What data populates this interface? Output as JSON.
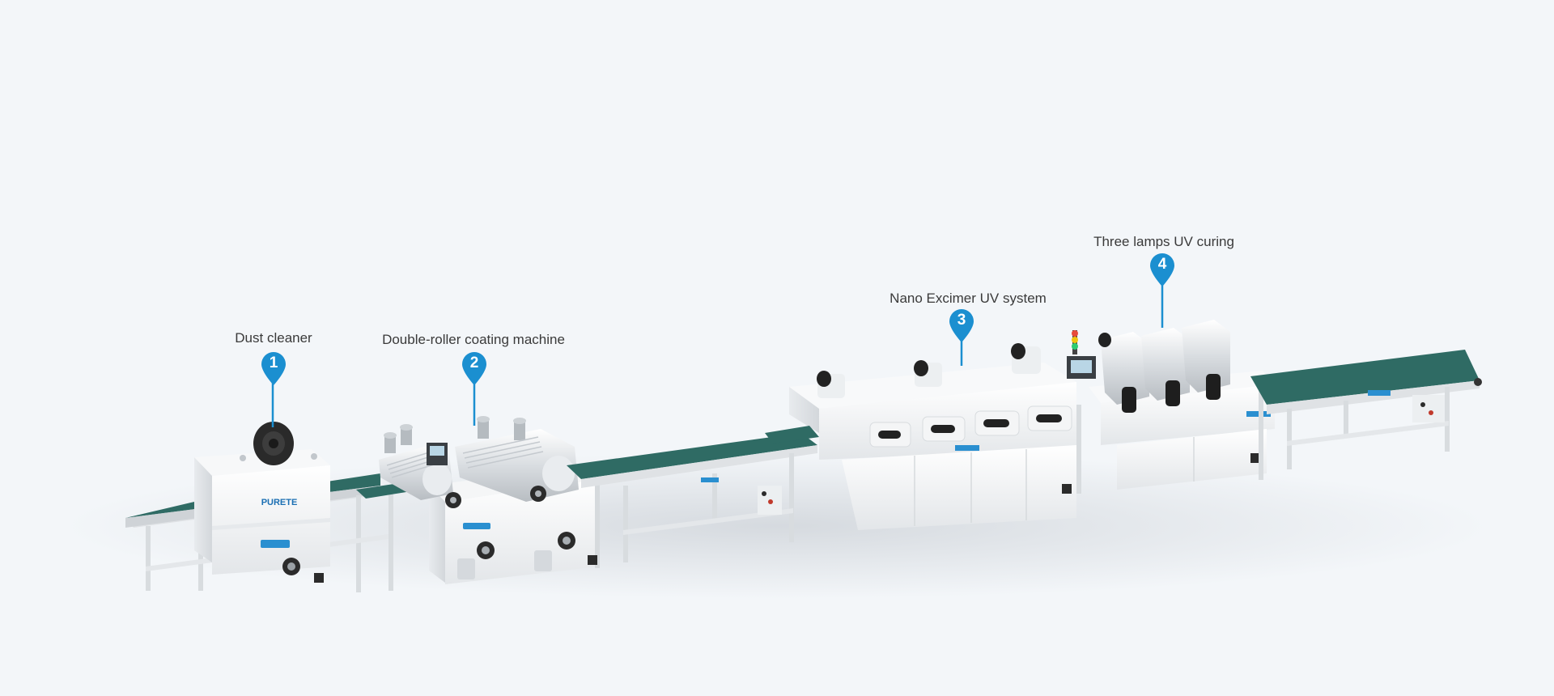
{
  "callouts": [
    {
      "number": "1",
      "label": "Dust cleaner"
    },
    {
      "number": "2",
      "label": "Double-roller coating machine"
    },
    {
      "number": "3",
      "label": "Nano Excimer UV system"
    },
    {
      "number": "4",
      "label": "Three lamps UV curing"
    }
  ],
  "logo": "PURETE",
  "colors": {
    "background": "#f3f6f9",
    "pin": "#1b8fd0",
    "belt": "#2f6b64",
    "machine_body": "#f4f5f6"
  }
}
